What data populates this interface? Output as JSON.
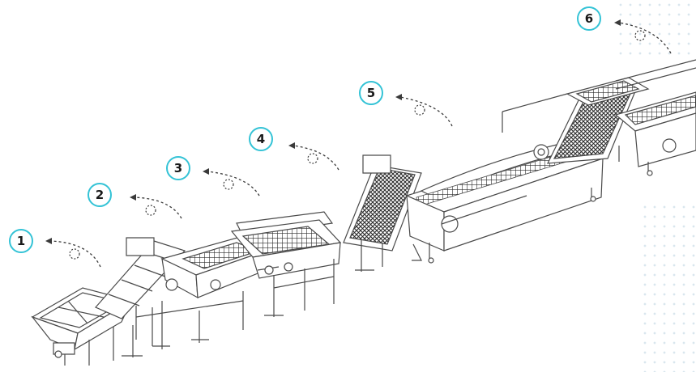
{
  "colors": {
    "marker_border": "#34c3d6",
    "line": "#4a4a4a",
    "mesh": "#2a2a2a",
    "background_dots": "#c9dbe6"
  },
  "markers": [
    {
      "number": "1"
    },
    {
      "number": "2"
    },
    {
      "number": "3"
    },
    {
      "number": "4"
    },
    {
      "number": "5"
    },
    {
      "number": "6"
    }
  ]
}
